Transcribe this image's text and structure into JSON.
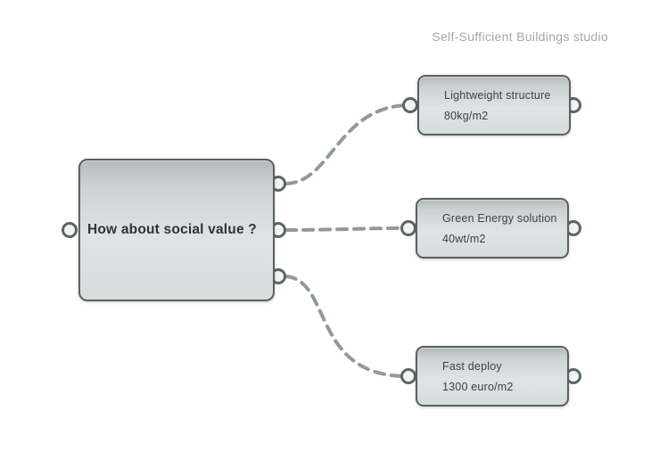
{
  "header": {
    "studio_label": "Self-Sufficient Buildings studio"
  },
  "main_node": {
    "label": "How about social value ?"
  },
  "nodes": [
    {
      "title": "Lightweight structure",
      "value": "80kg/m2"
    },
    {
      "title": "Green Energy solution",
      "value": "40wt/m2"
    },
    {
      "title": "Fast deploy",
      "value": "1300 euro/m2"
    }
  ],
  "colors": {
    "wire": "#8f9a99",
    "node_border": "#596060",
    "node_fill_top": "#b3baba",
    "node_fill_bottom": "#dfe3e3",
    "text_dark": "#2e3434",
    "studio_text": "#a6a6a6"
  }
}
